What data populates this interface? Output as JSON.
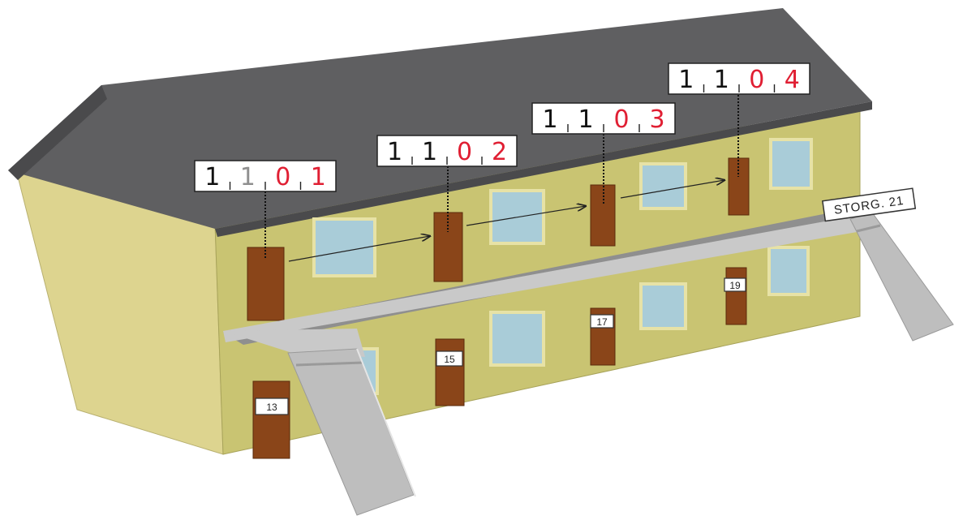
{
  "scene": {
    "colors": {
      "background": "#ffffff",
      "roof": "#5f5f61",
      "roof_dark": "#4a4a4c",
      "gable_wall": "#ddd48f",
      "front_wall": "#c9c472",
      "door": "#8a4519",
      "window": "#a9ccd8",
      "window_frame": "#e7e2a6",
      "gallery_top": "#8f8f8f",
      "gallery_edge": "#c9c9c9",
      "stairs": "#bebebe",
      "digit_black": "#111111",
      "digit_red": "#e01f33",
      "digit_gray": "#8f8f8f"
    }
  },
  "apartment_labels": [
    {
      "digits": [
        "1",
        "1",
        "0",
        "1"
      ],
      "digit_colors": [
        "#111111",
        "#8f8f8f",
        "#e01f33",
        "#e01f33"
      ]
    },
    {
      "digits": [
        "1",
        "1",
        "0",
        "2"
      ],
      "digit_colors": [
        "#111111",
        "#111111",
        "#e01f33",
        "#e01f33"
      ]
    },
    {
      "digits": [
        "1",
        "1",
        "0",
        "3"
      ],
      "digit_colors": [
        "#111111",
        "#111111",
        "#e01f33",
        "#e01f33"
      ]
    },
    {
      "digits": [
        "1",
        "1",
        "0",
        "4"
      ],
      "digit_colors": [
        "#111111",
        "#111111",
        "#e01f33",
        "#e01f33"
      ]
    }
  ],
  "door_numbers": [
    "13",
    "15",
    "17",
    "19"
  ],
  "street_sign": "STORG. 21"
}
